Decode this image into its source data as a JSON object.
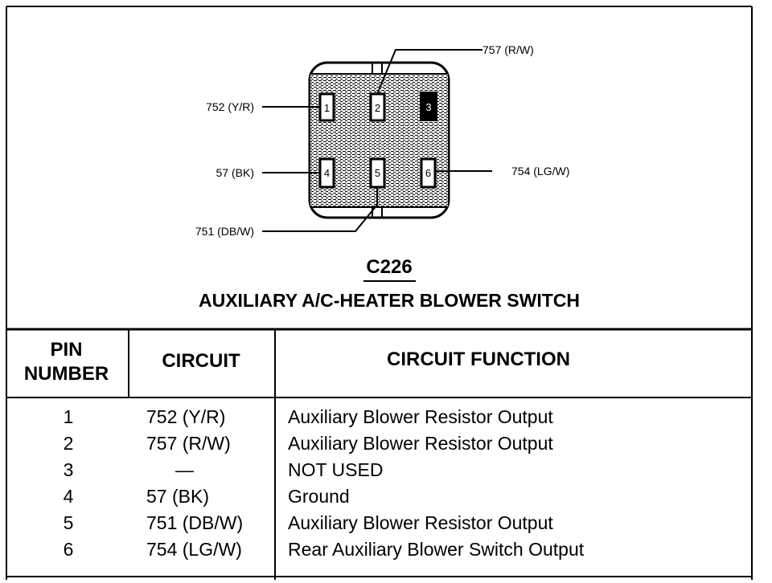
{
  "connector": {
    "id": "C226",
    "title": "AUXILIARY A/C-HEATER BLOWER SWITCH",
    "wire_labels": {
      "pin1": "752 (Y/R)",
      "pin2": "757 (R/W)",
      "pin4": "57 (BK)",
      "pin5": "751 (DB/W)",
      "pin6": "754 (LG/W)"
    },
    "pin_numbers": [
      "1",
      "2",
      "3",
      "4",
      "5",
      "6"
    ]
  },
  "table": {
    "headers": {
      "pin_line1": "PIN",
      "pin_line2": "NUMBER",
      "circuit": "CIRCUIT",
      "function": "CIRCUIT FUNCTION"
    },
    "rows": [
      {
        "pin": "1",
        "circuit": "752 (Y/R)",
        "function": "Auxiliary Blower Resistor Output"
      },
      {
        "pin": "2",
        "circuit": "757 (R/W)",
        "function": "Auxiliary Blower Resistor Output"
      },
      {
        "pin": "3",
        "circuit": "—",
        "function": "NOT USED"
      },
      {
        "pin": "4",
        "circuit": "57 (BK)",
        "function": "Ground"
      },
      {
        "pin": "5",
        "circuit": "751 (DB/W)",
        "function": "Auxiliary Blower Resistor Output"
      },
      {
        "pin": "6",
        "circuit": "754 (LG/W)",
        "function": "Rear Auxiliary Blower Switch Output"
      }
    ]
  }
}
